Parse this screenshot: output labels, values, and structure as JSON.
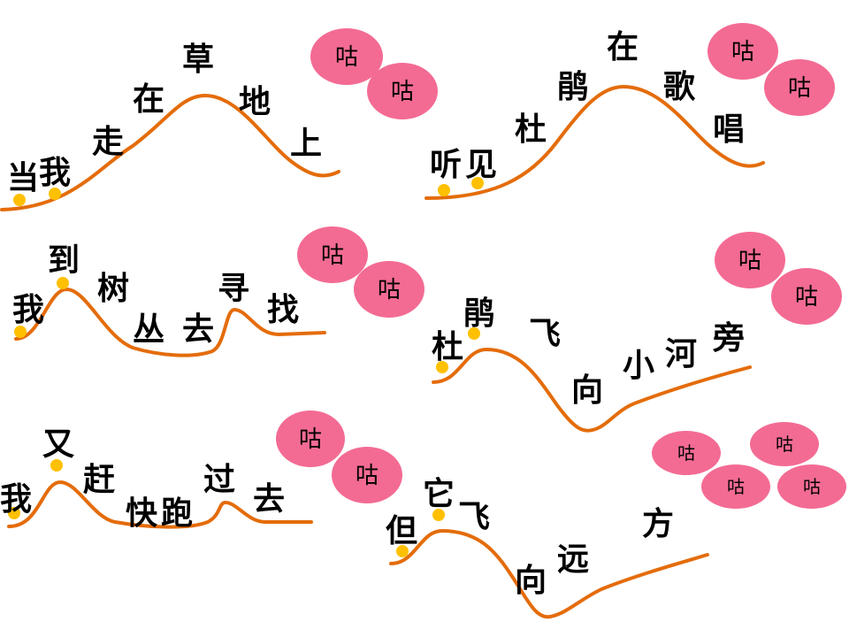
{
  "colors": {
    "curve": "#e46c0a",
    "dot": "#ffc000",
    "bubble": "#f36b93",
    "text": "#000000"
  },
  "bubble_text": "咕",
  "lines": [
    {
      "name": "line-1",
      "chars": [
        "当",
        "我",
        "走",
        "在",
        "草",
        "地",
        "上"
      ]
    },
    {
      "name": "line-2",
      "chars": [
        "听",
        "见",
        "杜",
        "鹃",
        "在",
        "歌",
        "唱"
      ]
    },
    {
      "name": "line-3",
      "chars": [
        "我",
        "到",
        "树",
        "丛",
        "去",
        "寻",
        "找"
      ]
    },
    {
      "name": "line-4",
      "chars": [
        "杜",
        "鹃",
        "飞",
        "向",
        "小",
        "河",
        "旁"
      ]
    },
    {
      "name": "line-5",
      "chars": [
        "我",
        "又",
        "赶",
        "快",
        "跑",
        "过",
        "去"
      ]
    },
    {
      "name": "line-6",
      "chars": [
        "但",
        "它",
        "飞",
        "向",
        "远",
        "方"
      ]
    }
  ]
}
